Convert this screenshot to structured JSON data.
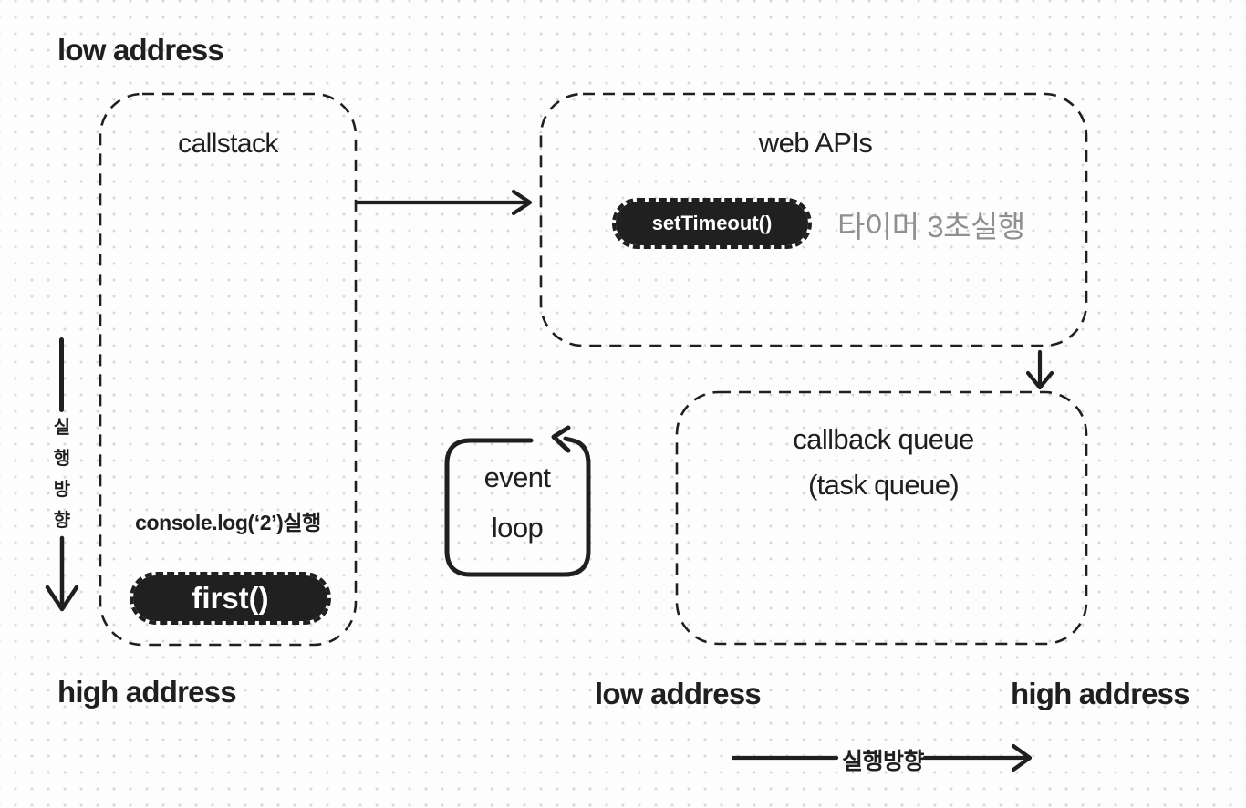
{
  "colors": {
    "ink": "#1f1f1f",
    "muted_text": "#8f8f8f",
    "pill_background": "#202020",
    "pill_text": "#ffffff",
    "background": "#fdfdfd",
    "grid_dot": "#d8d8d8"
  },
  "labels": {
    "top_left": "low address",
    "bottom_left": "high address",
    "bottom_middle": "low address",
    "bottom_right": "high address"
  },
  "callstack": {
    "title": "callstack",
    "log_note": "console.log(‘2’)실행",
    "frame_label": "first()"
  },
  "web_apis": {
    "title": "web APIs",
    "pill_label": "setTimeout()",
    "timer_note": "타이머 3초실행"
  },
  "callback_queue": {
    "line1": "callback queue",
    "line2": "(task queue)"
  },
  "event_loop": {
    "line1": "event",
    "line2": "loop"
  },
  "exec_direction_left": {
    "char1": "실",
    "char2": "행",
    "char3": "방",
    "char4": "향"
  },
  "exec_direction_bottom": {
    "label": "실행방향"
  }
}
